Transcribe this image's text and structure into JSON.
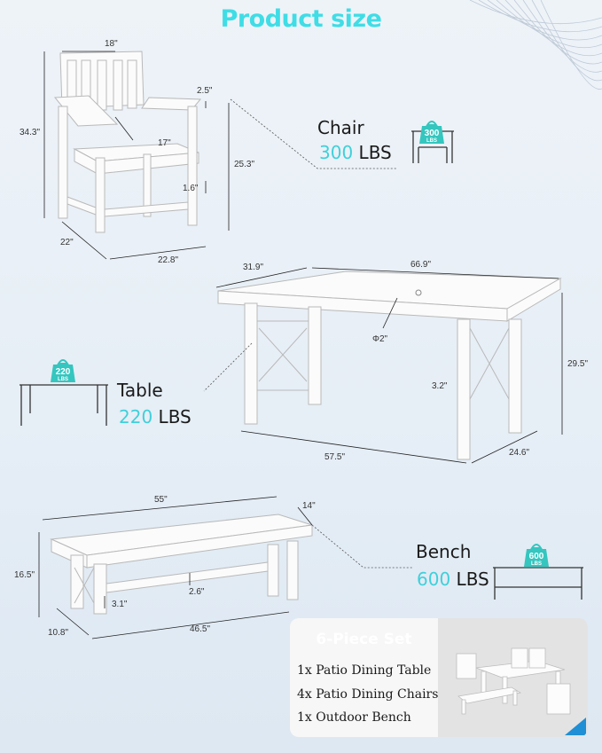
{
  "title": "Product size",
  "chair": {
    "name": "Chair",
    "capacity_number": "300",
    "capacity_unit": "LBS",
    "icon_weight": "300",
    "icon_unit": "LBS",
    "dims": {
      "width_top": "18\"",
      "height": "34.3\"",
      "armrest_width": "2.5\"",
      "seat_depth": "17\"",
      "seat_height": "25.3\"",
      "leg": "1.6\"",
      "depth": "22\"",
      "width": "22.8\""
    }
  },
  "table": {
    "name": "Table",
    "capacity_number": "220",
    "capacity_unit": "LBS",
    "icon_weight": "220",
    "icon_unit": "LBS",
    "dims": {
      "width": "31.9\"",
      "length": "66.9\"",
      "umbrella_hole": "Φ2\"",
      "height": "29.5\"",
      "leg": "3.2\"",
      "leg_span": "57.5\"",
      "leg_depth": "24.6\""
    }
  },
  "bench": {
    "name": "Bench",
    "capacity_number": "600",
    "capacity_unit": "LBS",
    "icon_weight": "600",
    "icon_unit": "LBS",
    "dims": {
      "length": "55\"",
      "depth": "14\"",
      "height": "16.5\"",
      "stretcher": "2.6\"",
      "leg": "3.1\"",
      "leg_depth": "10.8\"",
      "leg_span": "46.5\""
    }
  },
  "set": {
    "title": "6-Piece Set",
    "items": [
      "1x Patio Dining Table",
      "4x Patio Dining Chairs",
      "1x Outdoor Bench"
    ]
  },
  "colors": {
    "accent": "#3fd0da",
    "title": "#3fdde6",
    "weight_badge": "#34c6bf"
  }
}
